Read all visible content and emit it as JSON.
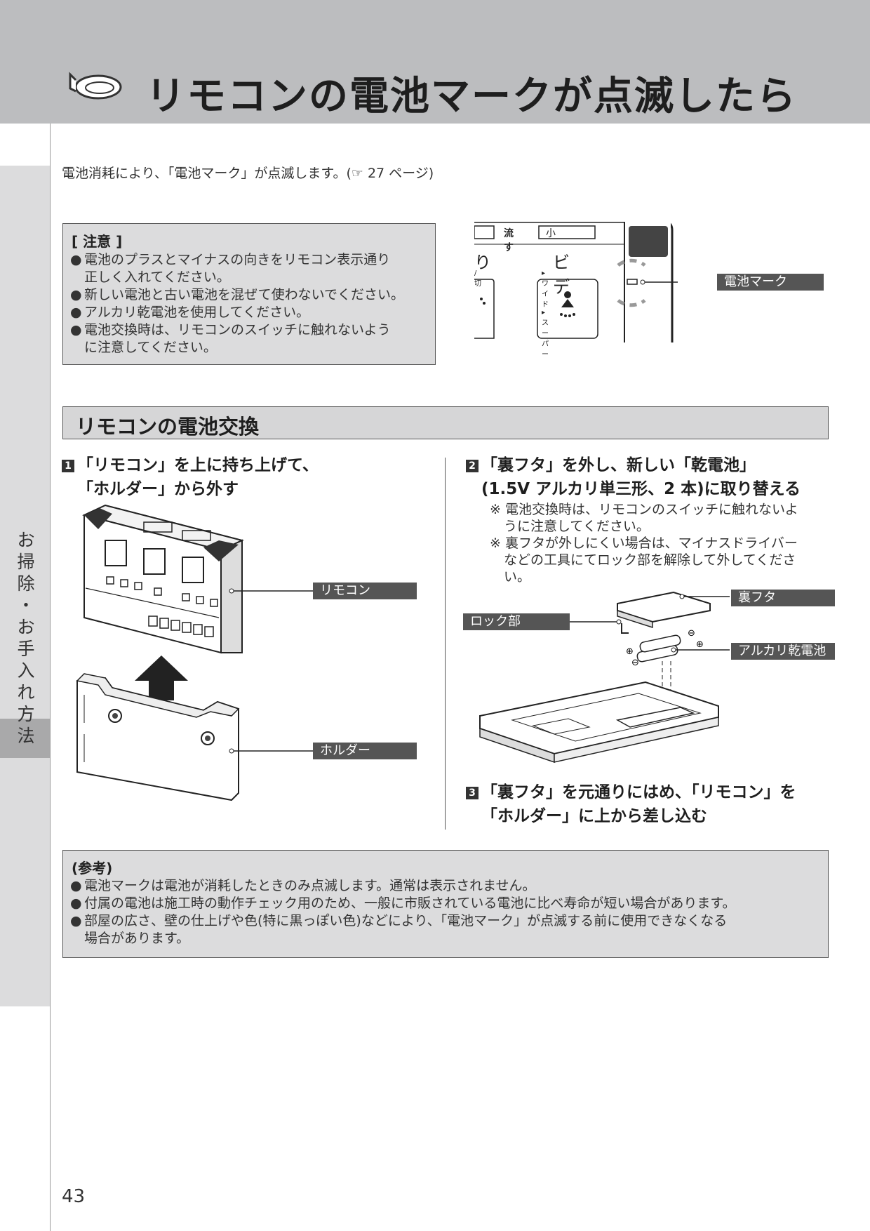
{
  "header": {
    "title": "リモコンの電池マークが点滅したら",
    "icon": "toilet-seat-icon"
  },
  "side_tab": {
    "chars": [
      "お",
      "掃",
      "除",
      "・",
      "お",
      "手",
      "入",
      "れ",
      "方",
      "法"
    ]
  },
  "intro": "電池消耗により、「電池マーク」が点滅します。(☞ 27 ページ)",
  "caution": {
    "title": "[ 注意 ]",
    "items": [
      {
        "line1": "電池のプラスとマイナスの向きをリモコン表示通り",
        "line2": "正しく入れてください。"
      },
      {
        "line1": "新しい電池と古い電池を混ぜて使わないでください。",
        "line2": ""
      },
      {
        "line1": "アルカリ乾電池を使用してください。",
        "line2": ""
      },
      {
        "line1": "電池交換時は、リモコンのスイッチに触れないよう",
        "line2": "に注意してください。"
      }
    ],
    "bullet": "●"
  },
  "remote_display": {
    "flush_label": "流す",
    "small_label": "小",
    "ri_label": "り",
    "bidet_label": "ビデ",
    "wide_super": "▸ワイド▸スーパー",
    "off_label": "/切",
    "battery_mark_callout": "電池マーク"
  },
  "section": {
    "title": "リモコンの電池交換"
  },
  "step1": {
    "num": "1",
    "line1": "「リモコン」を上に持ち上げて、",
    "line2": "「ホルダー」から外す",
    "remote_callout": "リモコン",
    "holder_callout": "ホルダー"
  },
  "step2": {
    "num": "2",
    "line1": "「裏フタ」を外し、新しい「乾電池」",
    "line2": "(1.5V アルカリ単三形、2 本)に取り替える",
    "notes": [
      {
        "line1": "※ 電池交換時は、リモコンのスイッチに触れないよ",
        "line2": "うに注意してください。"
      },
      {
        "line1": "※ 裏フタが外しにくい場合は、マイナスドライバー",
        "line2": "などの工具にてロック部を解除して外してくださ",
        "line3": "い。"
      }
    ],
    "back_cover_callout": "裏フタ",
    "lock_callout": "ロック部",
    "battery_callout": "アルカリ乾電池"
  },
  "step3": {
    "num": "3",
    "line1": "「裏フタ」を元通りにはめ、「リモコン」を",
    "line2": "「ホルダー」に上から差し込む"
  },
  "reference": {
    "title": "(参考)",
    "items": [
      {
        "line1": "電池マークは電池が消耗したときのみ点滅します。通常は表示されません。",
        "line2": ""
      },
      {
        "line1": "付属の電池は施工時の動作チェック用のため、一般に市販されている電池に比べ寿命が短い場合があります。",
        "line2": ""
      },
      {
        "line1": "部屋の広さ、壁の仕上げや色(特に黒っぽい色)などにより、「電池マーク」が点滅する前に使用できなくなる",
        "line2": "場合があります。"
      }
    ]
  },
  "page_number": "43"
}
